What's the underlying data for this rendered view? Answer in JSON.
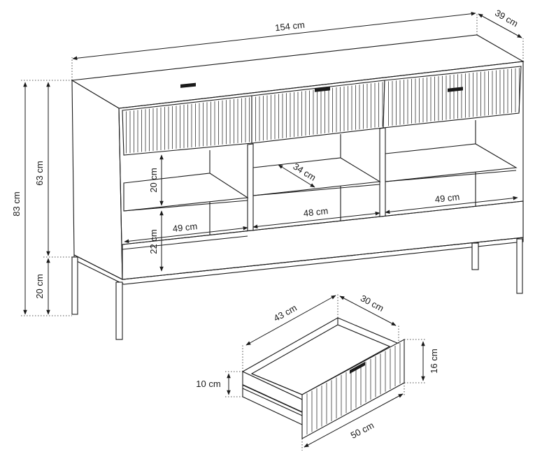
{
  "dimensions": {
    "total_width": "154 cm",
    "depth": "39 cm",
    "total_height": "83 cm",
    "body_height": "63 cm",
    "leg_height": "20 cm",
    "shelf_gap_upper": "20 cm",
    "shelf_gap_lower": "22 cm",
    "shelf_depth": "34 cm",
    "compartment_left_width": "49 cm",
    "compartment_middle_width": "48 cm",
    "compartment_right_width": "49 cm"
  },
  "drawer": {
    "inner_width": "43 cm",
    "inner_depth": "30 cm",
    "inner_height": "10 cm",
    "front_height": "16 cm",
    "front_width": "50 cm"
  }
}
